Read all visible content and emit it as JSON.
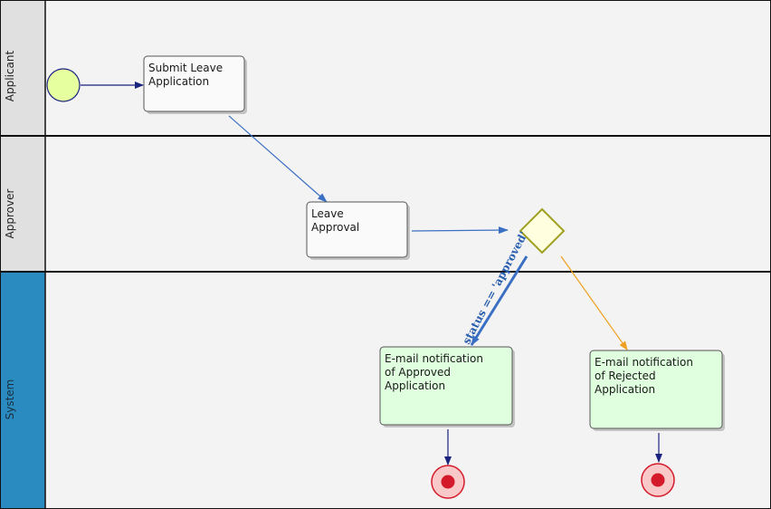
{
  "lanes": [
    {
      "id": "applicant",
      "label": "Applicant"
    },
    {
      "id": "approver",
      "label": "Approver"
    },
    {
      "id": "system",
      "label": "System"
    }
  ],
  "tasks": {
    "submit": [
      "Submit Leave",
      "Application"
    ],
    "approval": [
      "Leave",
      "Approval"
    ],
    "email_approved": [
      "E-mail notification",
      "of Approved",
      "Application"
    ],
    "email_rejected": [
      "E-mail notification",
      "of Rejected",
      "Application"
    ]
  },
  "condition": "status == 'approved'",
  "colors": {
    "lane_header": "#e0e0e0",
    "system_header": "#2a8bc0",
    "lane_body": "#f3f3f3",
    "start_event": "#e6ff9f",
    "end_event": "#d41a2a",
    "gateway": "#ffffe0",
    "gateway_stroke": "#a0a020",
    "flow_navy": "#1a237e",
    "flow_blue": "#3a6fc4",
    "flow_orange": "#f0a020",
    "task_green": "#dfffdf"
  }
}
